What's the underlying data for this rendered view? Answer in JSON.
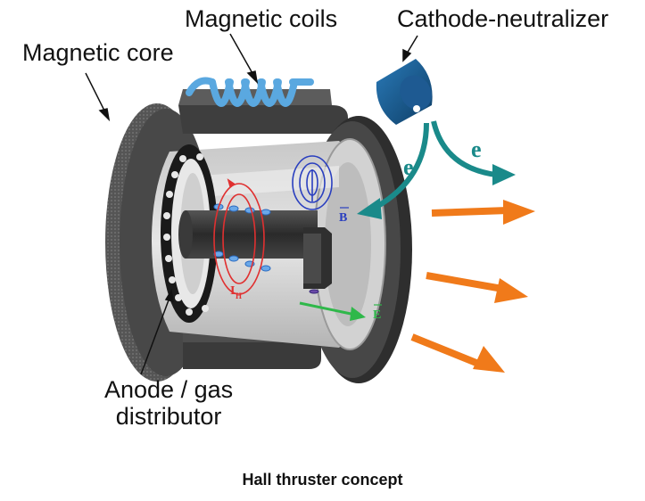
{
  "labels": {
    "magnetic_coils": "Magnetic coils",
    "cathode_neutralizer": "Cathode-neutralizer",
    "magnetic_core": "Magnetic core",
    "anode_line1": "Anode / gas",
    "anode_line2": "distributor"
  },
  "symbols": {
    "electron_left": "e",
    "electron_right": "e",
    "b_field": "B",
    "e_field": "E",
    "hall_current": "I",
    "hall_current_sub": "H"
  },
  "caption": "Hall thruster concept",
  "colors": {
    "electron_path": "#1a8a8a",
    "ion_plume": "#f07a1a",
    "magnetic_field": "#2a3fbf",
    "hall_current": "#e03030",
    "electric_field": "#2fb84a",
    "coil": "#5aa8e0",
    "cathode": "#1a5a8a"
  }
}
